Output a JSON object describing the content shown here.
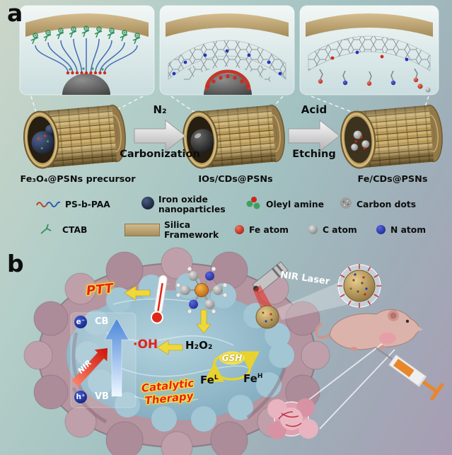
{
  "panels": {
    "a": {
      "label": "a",
      "reaction": {
        "arrow1_top": "N₂",
        "arrow1_bottom": "Carbonization",
        "arrow2_top": "Acid",
        "arrow2_bottom": "Etching"
      },
      "structures": [
        {
          "name": "precursor-tube",
          "label": "Fe₃O₄@PSNs precursor"
        },
        {
          "name": "carbonized-tube",
          "label": "IOs/CDs@PSNs"
        },
        {
          "name": "etched-tube",
          "label": "Fe/CDs@PSNs"
        }
      ],
      "legend": {
        "row1": [
          {
            "icon": "ps-b-paa-icon",
            "label": "PS-b-PAA"
          },
          {
            "icon": "iron-oxide-icon",
            "label": "Iron oxide\nnanoparticles"
          },
          {
            "icon": "oleyl-amine-icon",
            "label": "Oleyl amine"
          },
          {
            "icon": "carbon-dots-icon",
            "label": "Carbon dots"
          }
        ],
        "row2": [
          {
            "icon": "ctab-icon",
            "label": "CTAB"
          },
          {
            "icon": "silica-framework-icon",
            "label": "Silica\nFramework"
          },
          {
            "icon": "fe-atom-icon",
            "label": "Fe atom"
          },
          {
            "icon": "c-atom-icon",
            "label": "C atom"
          },
          {
            "icon": "n-atom-icon",
            "label": "N atom"
          }
        ]
      }
    },
    "b": {
      "label": "b",
      "ptt": "PTT",
      "nir_laser": "NIR Laser",
      "band": {
        "electron": "e⁻",
        "cb": "CB",
        "hole": "h⁺",
        "vb": "VB",
        "nir": "NIR"
      },
      "hydroxyl": "·OH",
      "h2o2": "H₂O₂",
      "gsh": "GSH",
      "fe_low_base": "Fe",
      "fe_low_sup": "L",
      "fe_high_base": "Fe",
      "fe_high_sup": "H",
      "catalytic_line1": "Catalytic",
      "catalytic_line2": "Therapy"
    }
  },
  "colors": {
    "fe_atom": "#cf2418",
    "c_atom": "#8b8b8b",
    "n_atom": "#1b2ab2",
    "silica_gold": "#bfa263",
    "membrane_pink": "#b495a0",
    "cytoplasm_blue": "#8fb6c8",
    "highlight_yellow": "#f0dc3a",
    "ptt_red": "#e8231a"
  }
}
